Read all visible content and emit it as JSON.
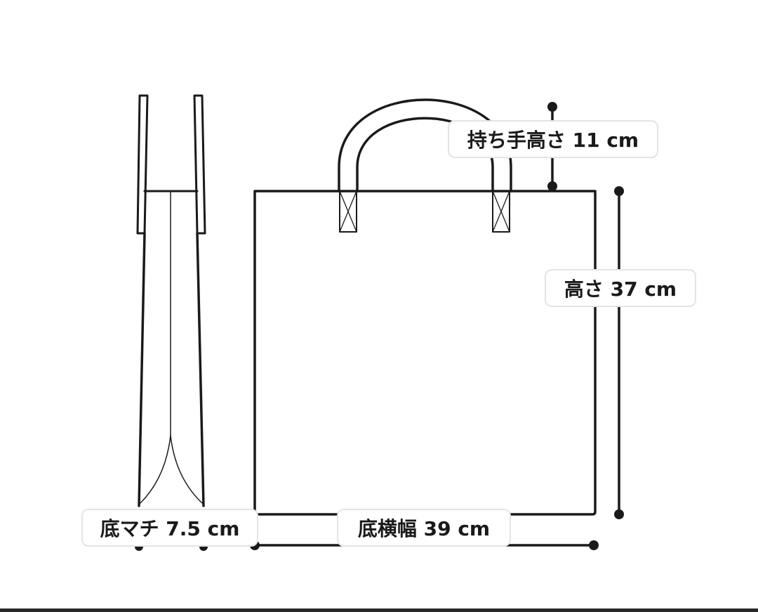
{
  "diagram": {
    "line_color": "#1a1a1a",
    "label_border_color": "#e4e4e4",
    "dimensions": {
      "handle_height": "持ち手高さ 11 cm",
      "height": "高さ 37 cm",
      "bottom_gusset": "底マチ 7.5 cm",
      "bottom_width": "底横幅 39 cm"
    }
  }
}
